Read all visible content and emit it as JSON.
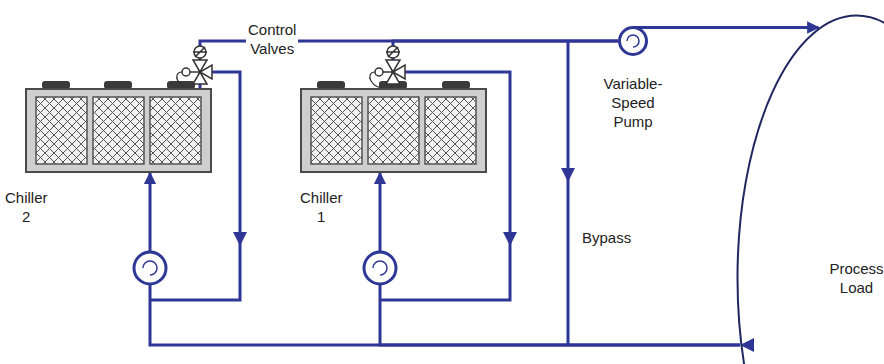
{
  "diagram": {
    "nodes": [
      {
        "text": [
          "Chiller 2"
        ]
      },
      {
        "text": [
          "Chiller 1"
        ]
      },
      {
        "text": [
          "Variable-Speed Pump"
        ]
      },
      {
        "text": [
          "Process Load"
        ]
      }
    ],
    "edges": [
      {
        "from": 0,
        "to": 2,
        "arrow": "none"
      },
      {
        "from": 1,
        "to": 2,
        "arrow": "none"
      },
      {
        "from": 2,
        "to": 3,
        "arrow": "to"
      },
      {
        "from": 3,
        "to": 0,
        "arrow": "to"
      },
      {
        "from": 3,
        "to": 1,
        "arrow": "to"
      }
    ],
    "labels": [
      "Control Valves",
      "Bypass"
    ]
  }
}
